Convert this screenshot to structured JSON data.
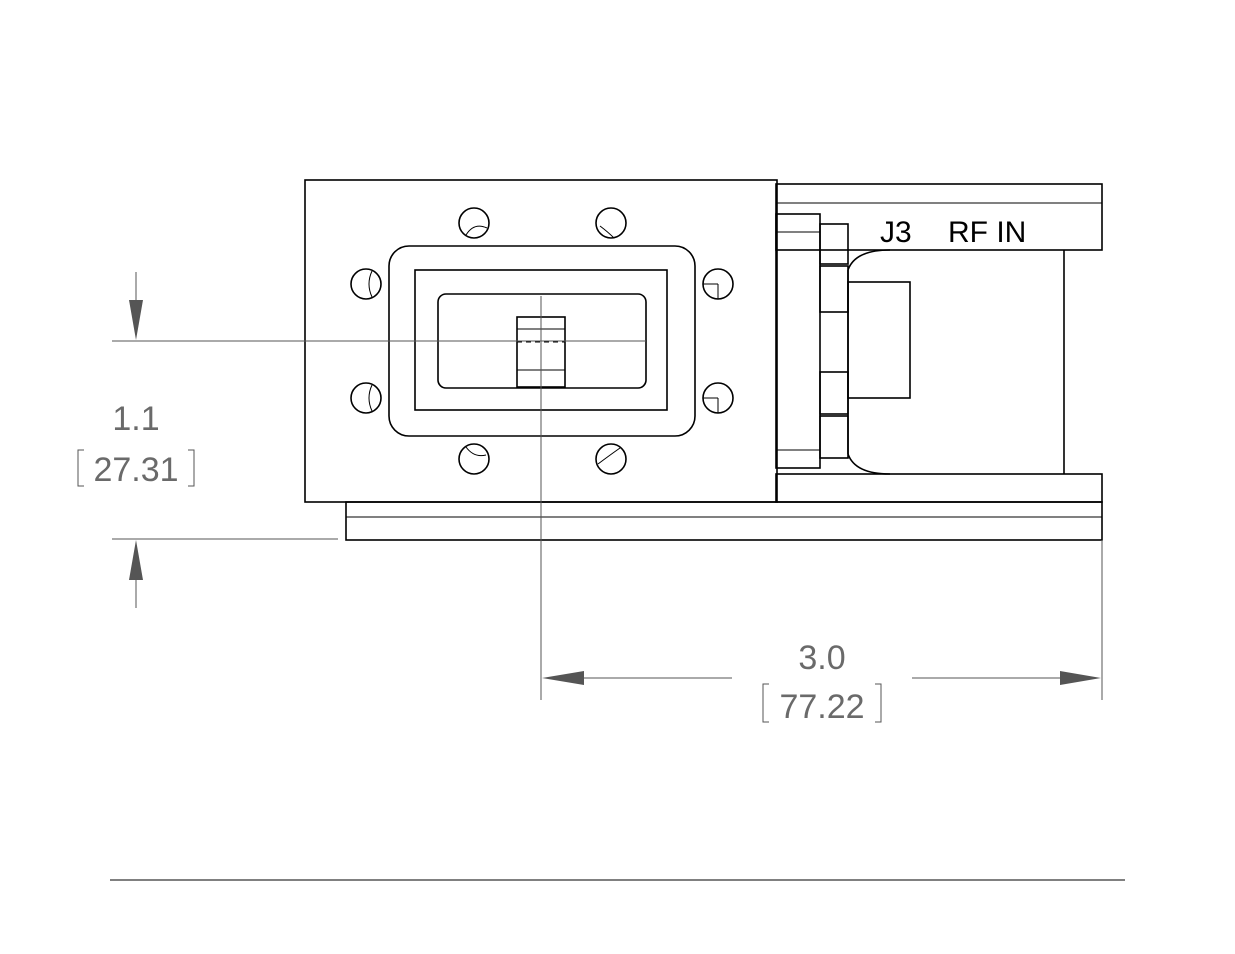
{
  "labels": {
    "connector": "J3",
    "port": "RF IN"
  },
  "dimensions": {
    "vertical": {
      "value": "1.1",
      "metric": "27.31"
    },
    "horizontal": {
      "value": "3.0",
      "metric": "77.22"
    }
  },
  "colors": {
    "outline": "#000000",
    "dimension": "#6a6a6a"
  }
}
